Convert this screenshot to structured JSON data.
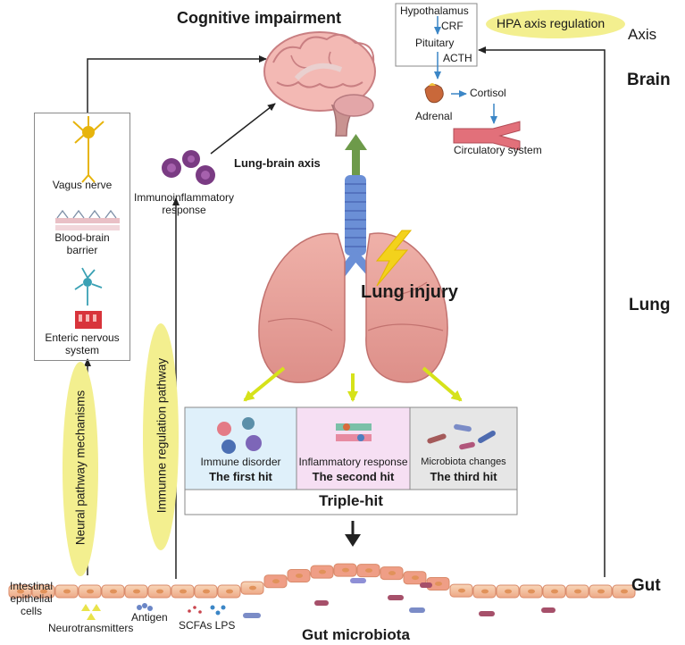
{
  "title": "Cognitive impairment",
  "hpa": {
    "items": [
      "Hypothalamus",
      "CRF",
      "Pituitary",
      "ACTH",
      "Adrenal",
      "Cortisol",
      "Circulatory system"
    ],
    "label": "HPA axis regulation",
    "axis_word": "Axis"
  },
  "levels": [
    "Brain",
    "Lung",
    "Gut"
  ],
  "lung_brain_axis": "Lung-brain axis",
  "immuno": "Immunoinflammatory response",
  "neural_box": [
    "Vagus nerve",
    "Blood-brain barrier",
    "Enteric nervous system"
  ],
  "pathways": {
    "neural": "Neural pathway mechanisms",
    "immune": "Immunne regulation pathway"
  },
  "lung_injury": "Lung injury",
  "hits": [
    {
      "caption": "Immune disorder",
      "title": "The first hit",
      "bg": "#dff0fa"
    },
    {
      "caption": "Inflammatory response",
      "title": "The second hit",
      "bg": "#f6dff3"
    },
    {
      "caption": "Microbiota changes",
      "title": "The third hit",
      "bg": "#e6e6e6"
    }
  ],
  "triple_hit": "Triple-hit",
  "gut": {
    "epithelial": "Intestinal epithelial cells",
    "antigen": "Antigen",
    "neurotransmitters": "Neurotransmitters",
    "scfas_lps": "SCFAs LPS",
    "microbiota": "Gut microbiota"
  },
  "colors": {
    "highlight": "#f3ef8f",
    "arrow_yellow": "#d6e21a",
    "arrow_green": "#6d9a4a",
    "arrow_blue": "#3b86c6",
    "lung": "#e8a6a0",
    "trachea": "#6b8fd6",
    "gut_cells": "#f4c9a8"
  }
}
